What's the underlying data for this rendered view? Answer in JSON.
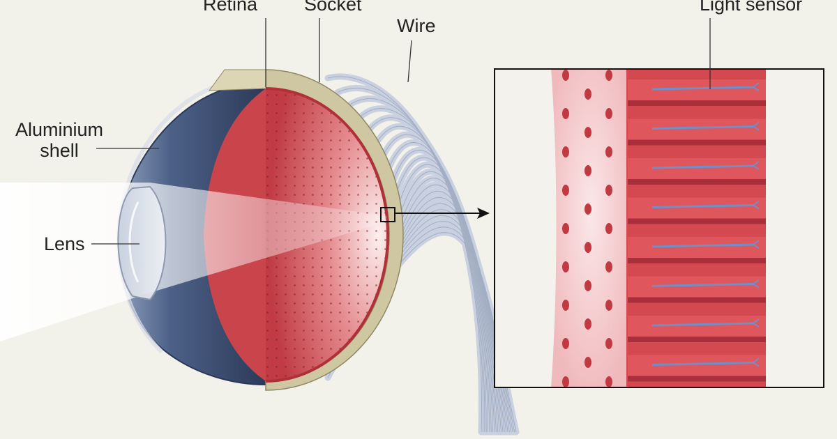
{
  "labels": {
    "retina": "Retina",
    "socket": "Socket",
    "wire": "Wire",
    "light_sensor": "Light sensor",
    "aluminium_line1": "Aluminium",
    "aluminium_line2": "shell",
    "lens": "Lens"
  },
  "colors": {
    "background": "#f2f1ea",
    "retina": "#c9444b",
    "retina_light": "#f1c4c6",
    "shell": "#3b4f73",
    "socket": "#cfc7a2",
    "wire": "#c7d0e0",
    "sensor": "#6f8fc9"
  },
  "icons": [
    "eye-cross-section",
    "magnified-retina-inset",
    "pointer-arrow"
  ]
}
